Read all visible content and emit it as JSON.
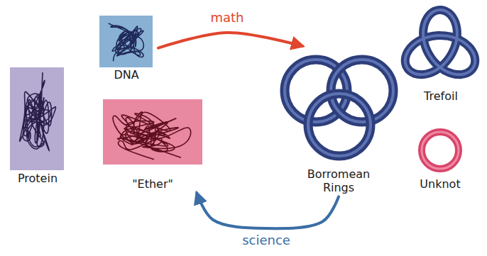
{
  "diagram": {
    "nodes": [
      {
        "text": [
          "Protein"
        ]
      },
      {
        "text": [
          "DNA"
        ]
      },
      {
        "text": [
          "\"Ether\""
        ]
      },
      {
        "text": [
          "Borromean Rings"
        ]
      },
      {
        "text": [
          "Trefoil"
        ]
      },
      {
        "text": [
          "Unknot"
        ]
      }
    ],
    "edges": [
      {
        "from": 1,
        "to": 3,
        "arrow": "to",
        "label": "math"
      },
      {
        "from": 3,
        "to": 2,
        "arrow": "to",
        "label": "science"
      }
    ]
  }
}
